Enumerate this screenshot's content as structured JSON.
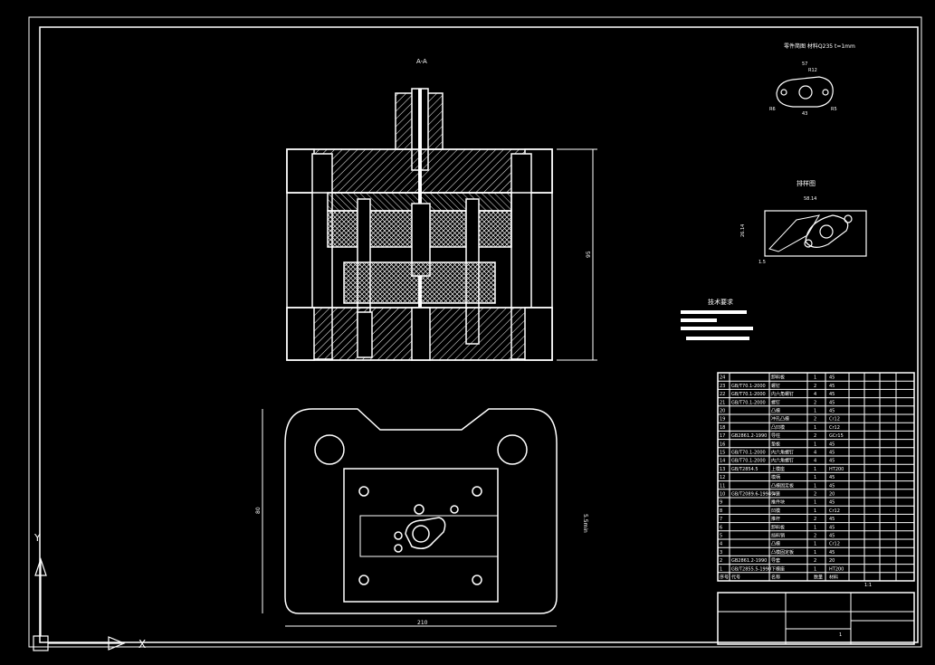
{
  "drawing": {
    "section_label": "A-A",
    "dim_overall_height": "95",
    "dim_plan_height": "80",
    "dim_plan_width": "210",
    "dim_side_note": "5.5min"
  },
  "part_drawing": {
    "title": "零件简图  材料Q235  t=1mm",
    "dim_top": "57",
    "dim_inner": "R12",
    "dim_bottom": "43",
    "dim_left": "R6",
    "dim_right": "R5"
  },
  "layout_drawing": {
    "title": "排样图",
    "dim_pitch": "58.14",
    "dim_width": "26.14",
    "dim_gap": "1.5"
  },
  "tech_notes": {
    "title": "技术要求"
  },
  "bom": {
    "rows": [
      {
        "no": "24",
        "std": "",
        "name": "卸料板",
        "qty": "1",
        "mat": "45"
      },
      {
        "no": "23",
        "std": "GB/T70.1-2000",
        "name": "螺钉",
        "qty": "2",
        "mat": "45"
      },
      {
        "no": "22",
        "std": "GB/T70.1-2000",
        "name": "内六角螺钉",
        "qty": "4",
        "mat": "45"
      },
      {
        "no": "21",
        "std": "GB/T70.1-2000",
        "name": "螺钉",
        "qty": "2",
        "mat": "45"
      },
      {
        "no": "20",
        "std": "",
        "name": "凸模",
        "qty": "1",
        "mat": "45"
      },
      {
        "no": "19",
        "std": "",
        "name": "冲孔凸模",
        "qty": "2",
        "mat": "Cr12"
      },
      {
        "no": "18",
        "std": "",
        "name": "凸凹模",
        "qty": "1",
        "mat": "Cr12"
      },
      {
        "no": "17",
        "std": "GB2861.2-1990",
        "name": "导柱",
        "qty": "2",
        "mat": "GCr15"
      },
      {
        "no": "16",
        "std": "",
        "name": "垫板",
        "qty": "1",
        "mat": "45"
      },
      {
        "no": "15",
        "std": "GB/T70.1-2000",
        "name": "内六角螺钉",
        "qty": "4",
        "mat": "45"
      },
      {
        "no": "14",
        "std": "GB/T70.1-2000",
        "name": "内六角螺钉",
        "qty": "4",
        "mat": "45"
      },
      {
        "no": "13",
        "std": "GB/T2854.5",
        "name": "上模座",
        "qty": "1",
        "mat": "HT200"
      },
      {
        "no": "12",
        "std": "",
        "name": "模柄",
        "qty": "1",
        "mat": "45"
      },
      {
        "no": "11",
        "std": "",
        "name": "凸模固定板",
        "qty": "1",
        "mat": "45"
      },
      {
        "no": "10",
        "std": "GB/T2089.6-1994",
        "name": "弹簧",
        "qty": "2",
        "mat": "20"
      },
      {
        "no": "9",
        "std": "",
        "name": "推件块",
        "qty": "1",
        "mat": "45"
      },
      {
        "no": "8",
        "std": "",
        "name": "凹模",
        "qty": "1",
        "mat": "Cr12"
      },
      {
        "no": "7",
        "std": "",
        "name": "推杆",
        "qty": "2",
        "mat": "45"
      },
      {
        "no": "6",
        "std": "",
        "name": "卸料板",
        "qty": "1",
        "mat": "45"
      },
      {
        "no": "5",
        "std": "",
        "name": "挡料销",
        "qty": "2",
        "mat": "45"
      },
      {
        "no": "4",
        "std": "",
        "name": "凸模",
        "qty": "1",
        "mat": "Cr12"
      },
      {
        "no": "3",
        "std": "",
        "name": "凸模固定板",
        "qty": "1",
        "mat": "45"
      },
      {
        "no": "2",
        "std": "GB2861.2-1990",
        "name": "导套",
        "qty": "2",
        "mat": "20"
      },
      {
        "no": "1",
        "std": "GB/T2855.5-1990",
        "name": "下模座",
        "qty": "1",
        "mat": "HT200"
      }
    ],
    "header": {
      "no": "序号",
      "std": "代号",
      "name": "名称",
      "qty": "数量",
      "mat": "材料"
    },
    "title_block": {
      "scale": "1:1",
      "sheet": "1"
    }
  },
  "ucs": {
    "x_label": "X",
    "y_label": "Y"
  },
  "colors": {
    "background": "#000000",
    "line": "#ffffff",
    "hatch": "#ffffff"
  }
}
